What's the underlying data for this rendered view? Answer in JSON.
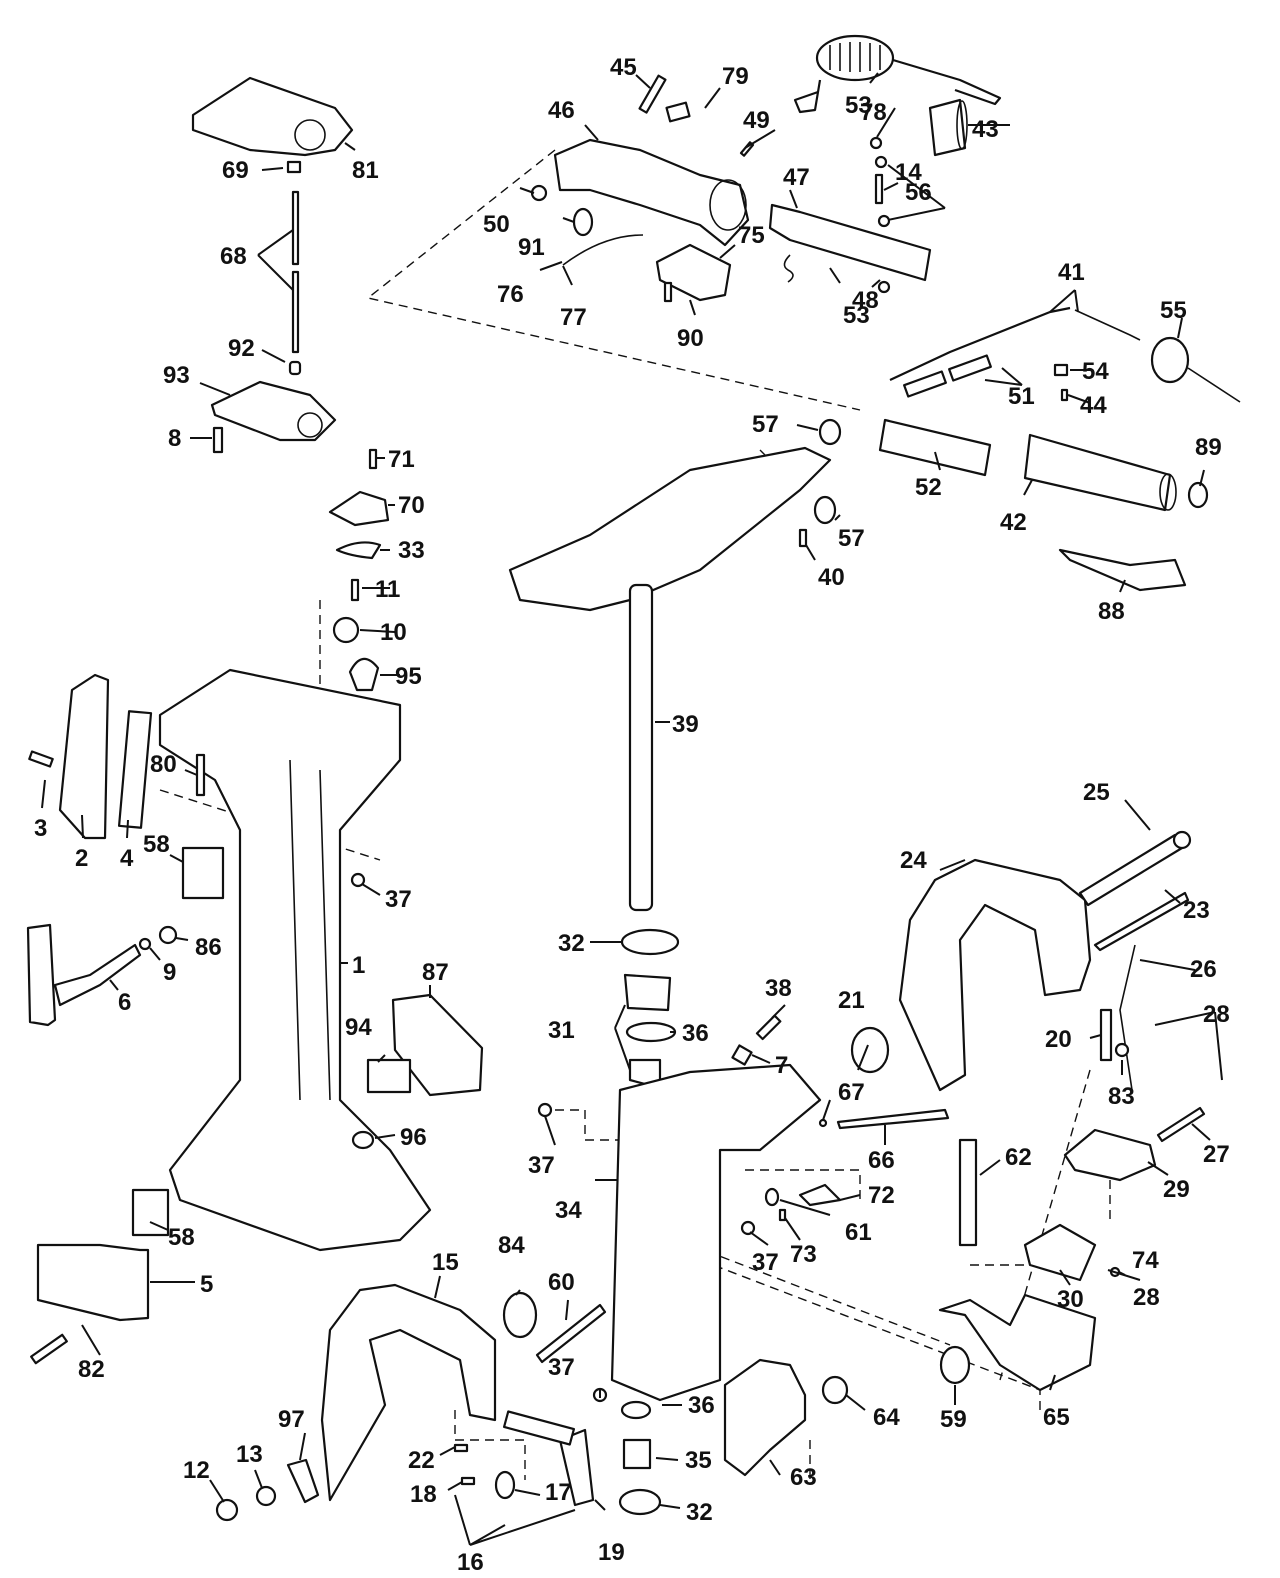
{
  "diagram": {
    "title": "Exploded parts diagram - outboard midsection, swivel/stern bracket and steering handle",
    "callouts": [
      {
        "id": "1",
        "text": "1"
      },
      {
        "id": "2",
        "text": "2"
      },
      {
        "id": "3",
        "text": "3"
      },
      {
        "id": "4",
        "text": "4"
      },
      {
        "id": "5",
        "text": "5"
      },
      {
        "id": "6",
        "text": "6"
      },
      {
        "id": "7",
        "text": "7"
      },
      {
        "id": "8",
        "text": "8"
      },
      {
        "id": "9",
        "text": "9"
      },
      {
        "id": "10",
        "text": "10"
      },
      {
        "id": "11",
        "text": "11"
      },
      {
        "id": "12",
        "text": "12"
      },
      {
        "id": "13",
        "text": "13"
      },
      {
        "id": "14",
        "text": "14"
      },
      {
        "id": "15",
        "text": "15"
      },
      {
        "id": "16",
        "text": "16"
      },
      {
        "id": "17",
        "text": "17"
      },
      {
        "id": "18",
        "text": "18"
      },
      {
        "id": "19",
        "text": "19"
      },
      {
        "id": "20",
        "text": "20"
      },
      {
        "id": "21",
        "text": "21"
      },
      {
        "id": "22",
        "text": "22"
      },
      {
        "id": "23",
        "text": "23"
      },
      {
        "id": "24",
        "text": "24"
      },
      {
        "id": "25",
        "text": "25"
      },
      {
        "id": "26",
        "text": "26"
      },
      {
        "id": "27",
        "text": "27"
      },
      {
        "id": "28a",
        "text": "28"
      },
      {
        "id": "28b",
        "text": "28"
      },
      {
        "id": "29",
        "text": "29"
      },
      {
        "id": "30",
        "text": "30"
      },
      {
        "id": "31",
        "text": "31"
      },
      {
        "id": "32a",
        "text": "32"
      },
      {
        "id": "32b",
        "text": "32"
      },
      {
        "id": "33",
        "text": "33"
      },
      {
        "id": "34",
        "text": "34"
      },
      {
        "id": "35",
        "text": "35"
      },
      {
        "id": "36a",
        "text": "36"
      },
      {
        "id": "36b",
        "text": "36"
      },
      {
        "id": "37a",
        "text": "37"
      },
      {
        "id": "37b",
        "text": "37"
      },
      {
        "id": "37c",
        "text": "37"
      },
      {
        "id": "37d",
        "text": "37"
      },
      {
        "id": "38",
        "text": "38"
      },
      {
        "id": "39",
        "text": "39"
      },
      {
        "id": "40",
        "text": "40"
      },
      {
        "id": "41",
        "text": "41"
      },
      {
        "id": "42",
        "text": "42"
      },
      {
        "id": "43",
        "text": "43"
      },
      {
        "id": "44",
        "text": "44"
      },
      {
        "id": "45",
        "text": "45"
      },
      {
        "id": "46",
        "text": "46"
      },
      {
        "id": "47",
        "text": "47"
      },
      {
        "id": "48",
        "text": "48"
      },
      {
        "id": "49",
        "text": "49"
      },
      {
        "id": "50",
        "text": "50"
      },
      {
        "id": "51",
        "text": "51"
      },
      {
        "id": "52",
        "text": "52"
      },
      {
        "id": "53a",
        "text": "53"
      },
      {
        "id": "53b",
        "text": "53"
      },
      {
        "id": "54",
        "text": "54"
      },
      {
        "id": "55",
        "text": "55"
      },
      {
        "id": "56",
        "text": "56"
      },
      {
        "id": "57a",
        "text": "57"
      },
      {
        "id": "57b",
        "text": "57"
      },
      {
        "id": "58a",
        "text": "58"
      },
      {
        "id": "58b",
        "text": "58"
      },
      {
        "id": "59",
        "text": "59"
      },
      {
        "id": "60",
        "text": "60"
      },
      {
        "id": "61",
        "text": "61"
      },
      {
        "id": "62",
        "text": "62"
      },
      {
        "id": "63",
        "text": "63"
      },
      {
        "id": "64",
        "text": "64"
      },
      {
        "id": "65",
        "text": "65"
      },
      {
        "id": "66",
        "text": "66"
      },
      {
        "id": "67",
        "text": "67"
      },
      {
        "id": "68",
        "text": "68"
      },
      {
        "id": "69",
        "text": "69"
      },
      {
        "id": "70",
        "text": "70"
      },
      {
        "id": "71",
        "text": "71"
      },
      {
        "id": "72",
        "text": "72"
      },
      {
        "id": "73",
        "text": "73"
      },
      {
        "id": "74",
        "text": "74"
      },
      {
        "id": "75",
        "text": "75"
      },
      {
        "id": "76",
        "text": "76"
      },
      {
        "id": "77",
        "text": "77"
      },
      {
        "id": "78",
        "text": "78"
      },
      {
        "id": "79",
        "text": "79"
      },
      {
        "id": "80",
        "text": "80"
      },
      {
        "id": "81",
        "text": "81"
      },
      {
        "id": "82",
        "text": "82"
      },
      {
        "id": "83",
        "text": "83"
      },
      {
        "id": "84",
        "text": "84"
      },
      {
        "id": "86",
        "text": "86"
      },
      {
        "id": "87",
        "text": "87"
      },
      {
        "id": "88",
        "text": "88"
      },
      {
        "id": "89",
        "text": "89"
      },
      {
        "id": "90",
        "text": "90"
      },
      {
        "id": "91",
        "text": "91"
      },
      {
        "id": "92",
        "text": "92"
      },
      {
        "id": "93",
        "text": "93"
      },
      {
        "id": "94",
        "text": "94"
      },
      {
        "id": "95",
        "text": "95"
      },
      {
        "id": "96",
        "text": "96"
      },
      {
        "id": "97",
        "text": "97"
      }
    ]
  }
}
